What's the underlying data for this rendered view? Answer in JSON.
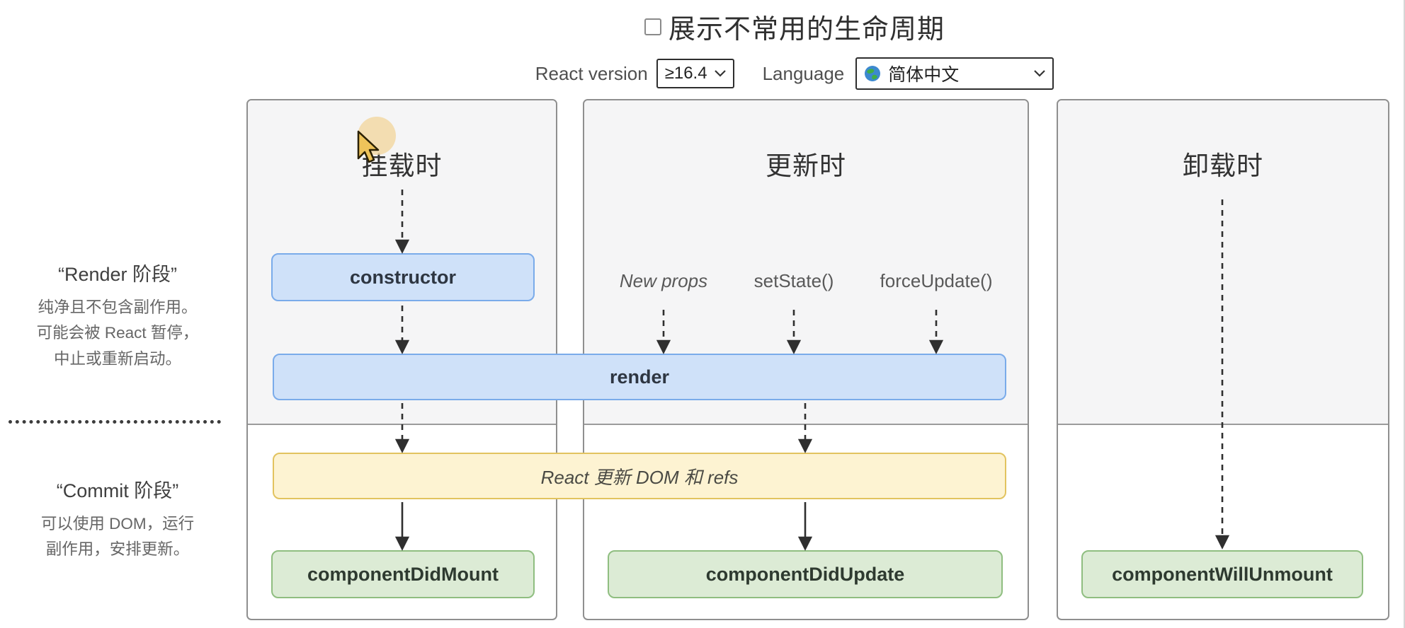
{
  "header": {
    "show_uncommon_label": "展示不常用的生命周期",
    "react_version_label": "React version",
    "react_version_value": "≥16.4",
    "language_label": "Language",
    "language_value": "简体中文"
  },
  "sidebar": {
    "render_phase_title": "“Render 阶段”",
    "render_phase_line1": "纯净且不包含副作用。",
    "render_phase_line2": "可能会被 React 暂停，",
    "render_phase_line3": "中止或重新启动。",
    "commit_phase_title": "“Commit 阶段”",
    "commit_phase_line1": "可以使用 DOM，运行",
    "commit_phase_line2": "副作用，安排更新。"
  },
  "diagram": {
    "columns": [
      {
        "title": "挂载时"
      },
      {
        "title": "更新时"
      },
      {
        "title": "卸载时"
      }
    ],
    "triggers": [
      {
        "label": "New props"
      },
      {
        "label": "setState()"
      },
      {
        "label": "forceUpdate()"
      }
    ],
    "boxes": {
      "constructor": "constructor",
      "render": "render",
      "react_updates_dom": "React 更新 DOM 和 refs",
      "component_did_mount": "componentDidMount",
      "component_did_update": "componentDidUpdate",
      "component_will_unmount": "componentWillUnmount"
    }
  },
  "colors": {
    "lifecycle_box_fill": "#cfe1f9",
    "lifecycle_box_border": "#7aabea",
    "react_action_fill": "#fdf3d2",
    "react_action_border": "#e2c35f",
    "side_effect_fill": "#dcebd5",
    "side_effect_border": "#8fbe80",
    "panel_bg": "#f5f5f6",
    "arrow": "#2f2f2f"
  }
}
